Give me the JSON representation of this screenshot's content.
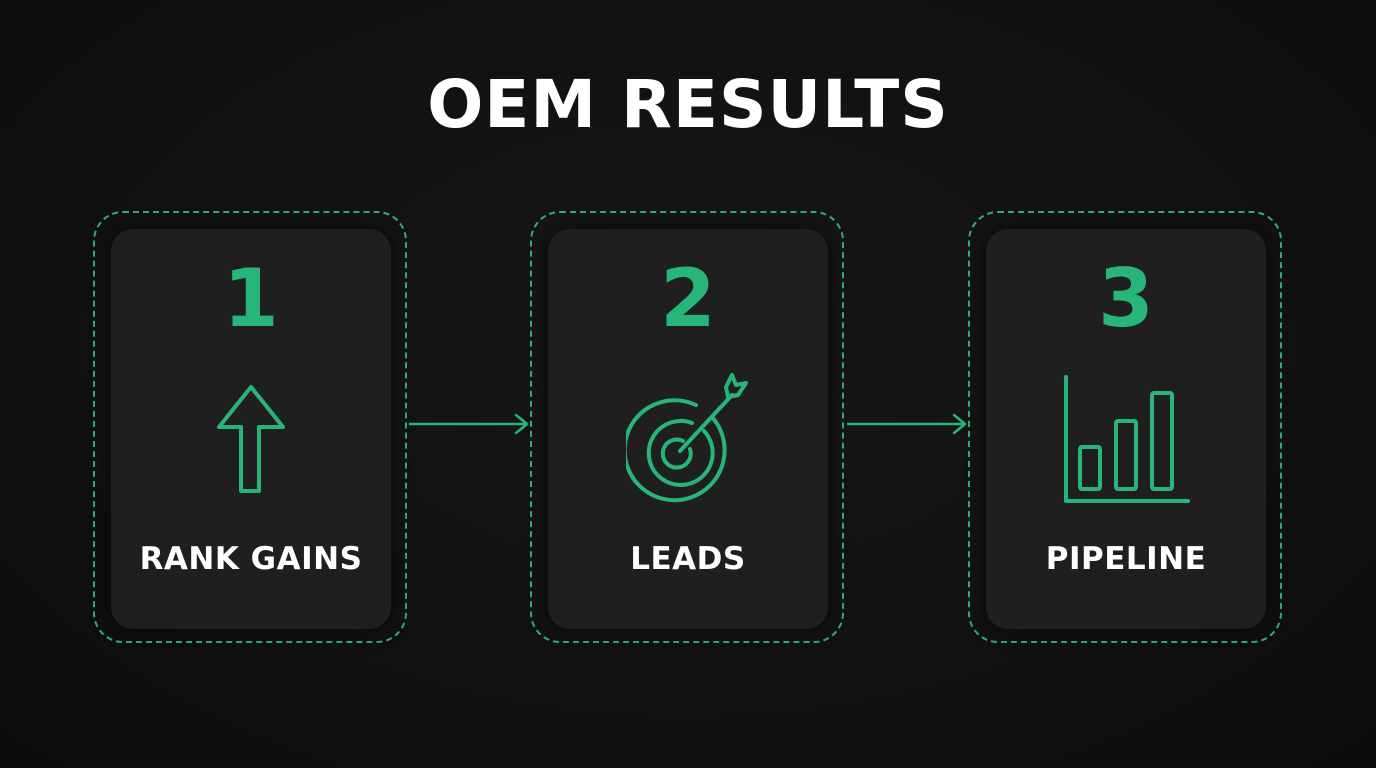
{
  "title": "OEM RESULTS",
  "colors": {
    "accent": "#27b57a",
    "background": "#111111",
    "card": "#1f1f1f",
    "text": "#ffffff"
  },
  "steps": [
    {
      "number": "1",
      "label": "RANK GAINS",
      "icon": "arrow-up-icon"
    },
    {
      "number": "2",
      "label": "LEADS",
      "icon": "target-icon"
    },
    {
      "number": "3",
      "label": "PIPELINE",
      "icon": "bar-chart-icon"
    }
  ]
}
